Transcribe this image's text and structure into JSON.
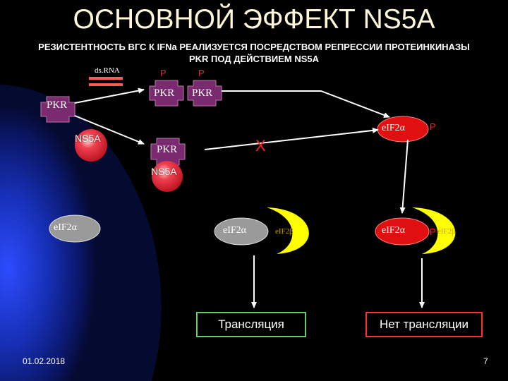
{
  "title": "ОСНОВНОЙ ЭФФЕКТ NS5A",
  "subtitle_line1": "РЕЗИСТЕНТНОСТЬ ВГС К IFNa РЕАЛИЗУЕТСЯ ПОСРЕДСТВОМ РЕПРЕССИИ ПРОТЕИНКИНАЗЫ",
  "subtitle_line2": "PKR ПОД ДЕЙСТВИЕМ NS5A",
  "labels": {
    "dsrna": "ds.RNA",
    "pkr": "PKR",
    "p": "P",
    "ns5a": "NS5A",
    "eif2a": "eIF2α",
    "eif2b": "eIF2β",
    "x_mark": "X"
  },
  "outcomes": {
    "translation": "Трансляция",
    "no_translation": "Нет трансляции"
  },
  "footer": {
    "date": "01.02.2018",
    "page": "7"
  },
  "colors": {
    "pkr": "#7a2a6e",
    "ns5a": "#e8283a",
    "eif2a_grey": "#9a9a9a",
    "eif2a_red": "#e01010",
    "eif2b": "#ffff00",
    "accent_red": "#ff2020",
    "green": "#5fd05f"
  }
}
